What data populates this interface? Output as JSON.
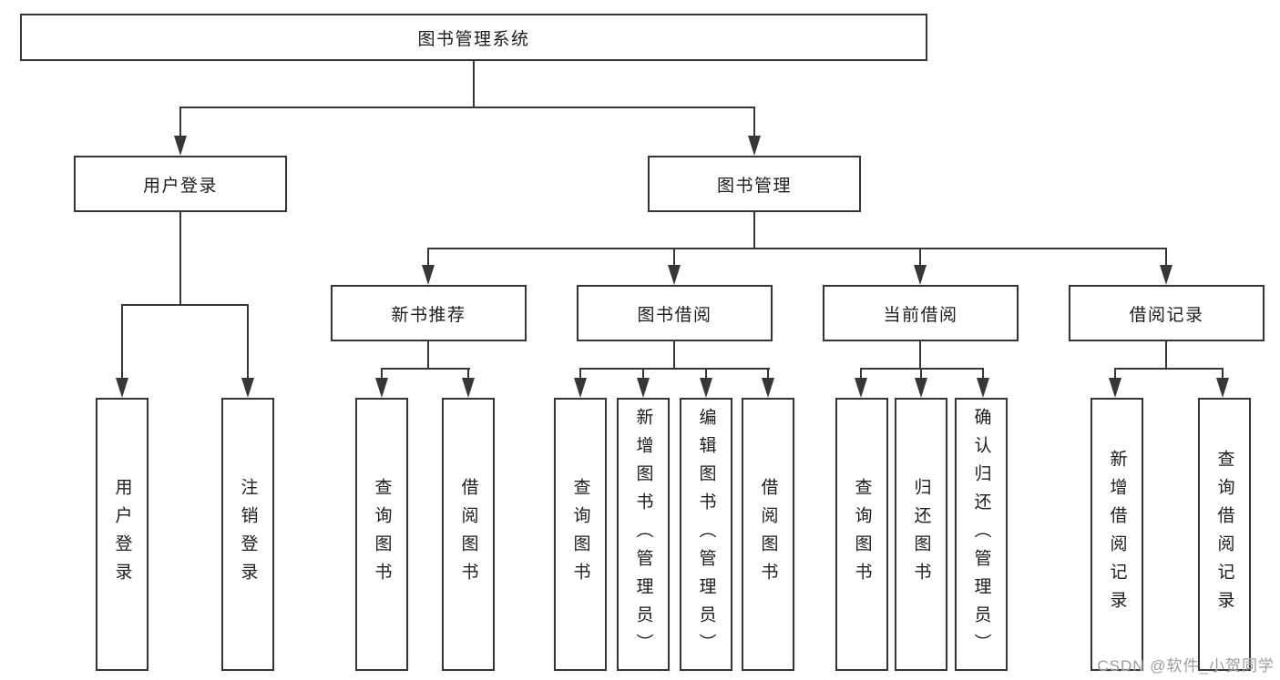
{
  "diagram": {
    "root": {
      "label": "图书管理系统"
    },
    "level2": [
      {
        "label": "用户登录"
      },
      {
        "label": "图书管理"
      }
    ],
    "level3": [
      {
        "label": "新书推荐"
      },
      {
        "label": "图书借阅"
      },
      {
        "label": "当前借阅"
      },
      {
        "label": "借阅记录"
      }
    ],
    "leaves": {
      "login": [
        "用户登录",
        "注销登录"
      ],
      "recommend": [
        "查询图书",
        "借阅图书"
      ],
      "borrow": [
        "查询图书",
        "新增图书（管理员）",
        "编辑图书（管理员）",
        "借阅图书"
      ],
      "current": [
        "查询图书",
        "归还图书",
        "确认归还（管理员）"
      ],
      "records": [
        "新增借阅记录",
        "查询借阅记录"
      ]
    }
  },
  "watermark": {
    "text": "CSDN @软件_小贺同学"
  },
  "colors": {
    "line": "#373737",
    "text": "#1c1c1c",
    "watermark": "#9d9d9d",
    "background": "#ffffff"
  }
}
